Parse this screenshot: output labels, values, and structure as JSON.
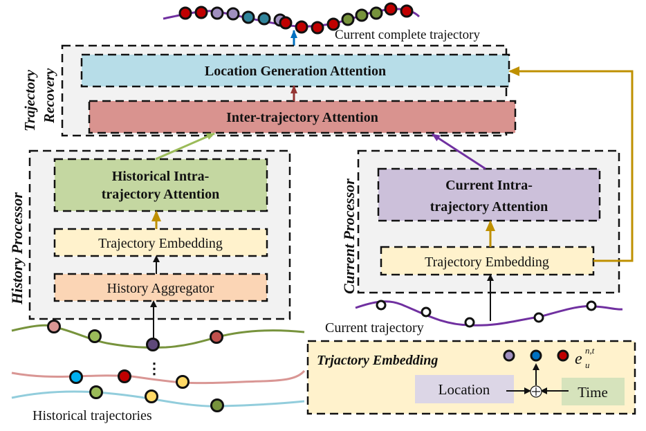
{
  "colors": {
    "group_bg": "#f2f2f2",
    "dash": "#111111",
    "location_generation_fill": "#b7dde8",
    "inter_trajectory_fill": "#d9938f",
    "historical_intra_fill": "#c4d7a1",
    "current_intra_fill": "#ccc0da",
    "embedding_fill": "#fff2cc",
    "aggregator_fill": "#fbd5b5",
    "traj_embed_panel_fill": "#fff2cc",
    "location_fill": "#dcd6e6",
    "time_fill": "#d6e3bc",
    "purple_line": "#7030a0",
    "gold_arrow": "#bf9000",
    "green_arrow": "#9bbb59",
    "brown_arrow": "#943634",
    "blue_arrow": "#0070c0",
    "hist_line_green": "#77933c",
    "hist_line_pink": "#d99694",
    "hist_line_blue": "#92cddc",
    "node_red": "#c00000",
    "node_lavender": "#a08fbf",
    "node_teal": "#31849b",
    "node_green": "#77933c",
    "node_pink": "#d99694",
    "node_lightgreen": "#9bbb59",
    "node_purple": "#5f497a",
    "node_brickred": "#c0504d",
    "node_cyan": "#00b0f0",
    "node_yellow": "#ffd966",
    "node_blue": "#0070c0",
    "node_white": "#ffffff"
  },
  "top": {
    "caption": "Current complete trajectory",
    "complete_trajectory_nodes": [
      "red",
      "red",
      "lavender",
      "lavender",
      "teal",
      "teal",
      "lavender",
      "red",
      "red",
      "red",
      "red",
      "green",
      "green",
      "green",
      "red",
      "red"
    ]
  },
  "trajectory_recovery": {
    "label_line1": "Trajectory",
    "label_line2": "Recovery",
    "location_generation": "Location Generation Attention",
    "inter_trajectory": "Inter-trajectory Attention"
  },
  "history_processor": {
    "label": "History Processor",
    "intra_line1": "Historical Intra-",
    "intra_line2": "trajectory Attention",
    "embedding": "Trajectory Embedding",
    "aggregator": "History Aggregator"
  },
  "current_processor": {
    "label": "Current Processor",
    "intra_line1": "Current Intra-",
    "intra_line2": "trajectory Attention",
    "embedding": "Trajectory Embedding"
  },
  "current_trajectory": {
    "caption": "Current trajectory",
    "nodes": [
      "white",
      "white",
      "white",
      "white",
      "white"
    ]
  },
  "historical_trajectories": {
    "caption": "Historical trajectories",
    "ellipsis": "⋮",
    "lines": [
      {
        "color": "hist_line_green",
        "nodes": [
          "pink",
          "lightgreen",
          "purple",
          "brickred"
        ]
      },
      {
        "color": "hist_line_pink",
        "nodes": [
          "cyan",
          "red",
          "yellow"
        ]
      },
      {
        "color": "hist_line_blue",
        "nodes": [
          "lightgreen",
          "yellow",
          "green"
        ]
      }
    ]
  },
  "embedding_panel": {
    "title": "Trjactory Embedding",
    "location": "Location",
    "time": "Time",
    "plus": "+",
    "embed_nodes": [
      "lavender",
      "blue",
      "red"
    ],
    "symbol_base": "e",
    "symbol_sub": "u",
    "symbol_sup": "n,t"
  }
}
